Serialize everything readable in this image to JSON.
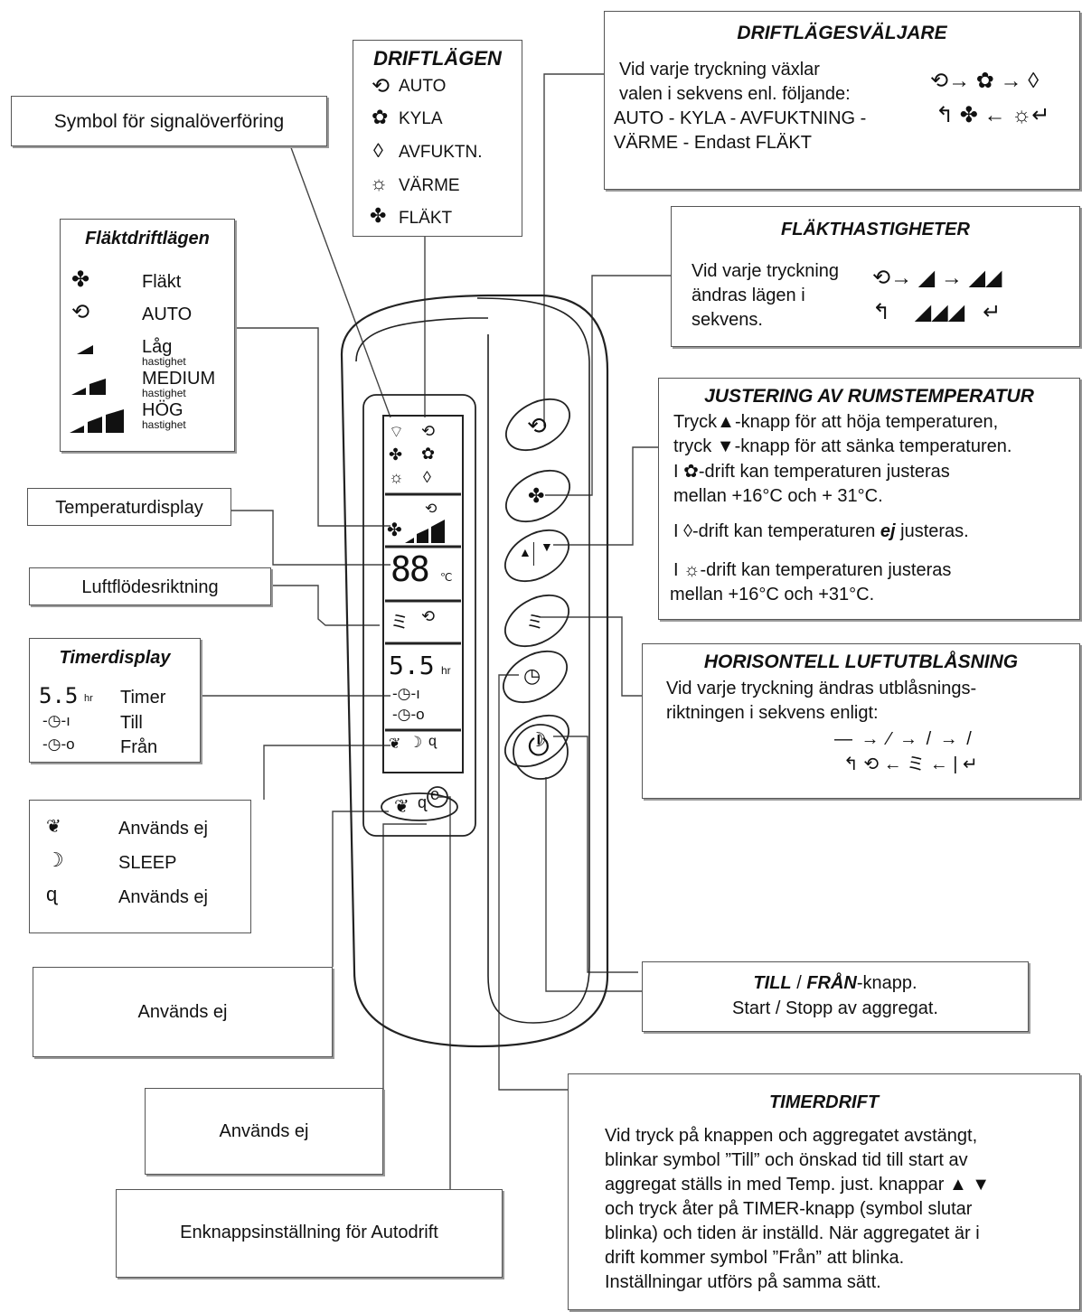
{
  "signal_label": "Symbol för signalöverföring",
  "modes": {
    "title": "DRIFTLÄGEN",
    "items": [
      "AUTO",
      "KYLA",
      "AVFUKTN.",
      "VÄRME",
      "FLÄKT"
    ]
  },
  "selector": {
    "title": "DRIFTLÄGESVÄLJARE",
    "lines": [
      "Vid varje tryckning växlar",
      "valen i sekvens enl. följande:",
      "AUTO - KYLA - AVFUKTNING -",
      "VÄRME - Endast FLÄKT"
    ]
  },
  "fan_modes": {
    "title": "Fläktdriftlägen",
    "items": [
      "Fläkt",
      "AUTO",
      "Låg",
      "MEDIUM",
      "HÖG"
    ],
    "sub": "hastighet"
  },
  "fan_speed": {
    "title": "FLÄKTHASTIGHETER",
    "lines": [
      "Vid varje tryckning",
      "ändras lägen i",
      "sekvens."
    ]
  },
  "temp_adjust": {
    "title": "JUSTERING AV RUMSTEMPERATUR",
    "line1a": "Tryck",
    "line1b": "-knapp för att höja temperaturen,",
    "line2a": "tryck ",
    "line2b": "-knapp för att sänka temperaturen.",
    "line3a": "I ",
    "line3b": "-drift kan temperaturen justeras",
    "line4": "mellan +16°C och + 31°C.",
    "line5a": "I ",
    "line5b": "-drift kan temperaturen ",
    "line5c": "ej",
    "line5d": " justeras.",
    "line6a": "I ",
    "line6b": "-drift kan temperaturen justeras",
    "line7": "mellan +16°C och +31°C."
  },
  "temp_display_label": "Temperaturdisplay",
  "airflow_label": "Luftflödesriktning",
  "timer_display": {
    "title": "Timerdisplay",
    "items": [
      "Timer",
      "Till",
      "Från"
    ]
  },
  "horizontal": {
    "title": "HORISONTELL LUFTUTBLÅSNING",
    "lines": [
      "Vid varje tryckning ändras utblåsnings-",
      "riktningen i sekvens enligt:"
    ]
  },
  "legend_small": {
    "items": [
      "Används ej",
      "SLEEP",
      "Används ej"
    ]
  },
  "unused1": "Används ej",
  "unused2": "Används ej",
  "autodrift": "Enknappsinställning för Autodrift",
  "onoff": {
    "line1a": "TILL",
    "line1b": " / ",
    "line1c": "FRÅN",
    "line1d": "-knapp.",
    "line2": "Start / Stopp av aggregat."
  },
  "timer_op": {
    "title": "TIMERDRIFT",
    "lines": [
      "Vid tryck på knappen och aggregatet avstängt,",
      "blinkar symbol ”Till” och önskad tid till start av",
      "aggregat ställs in med Temp. just. knappar ▲ ▼",
      "och tryck åter på TIMER-knapp (symbol slutar",
      "blinka) och tiden är inställd. När aggregatet är i",
      "drift kommer symbol ”Från” att blinka.",
      "Inställningar utförs på samma sätt."
    ]
  },
  "lcd": {
    "temp": "88",
    "temp_unit": "℃",
    "timer": "5.5",
    "timer_unit": "hr",
    "legend_timer": "5.5",
    "legend_unit": "hr"
  }
}
